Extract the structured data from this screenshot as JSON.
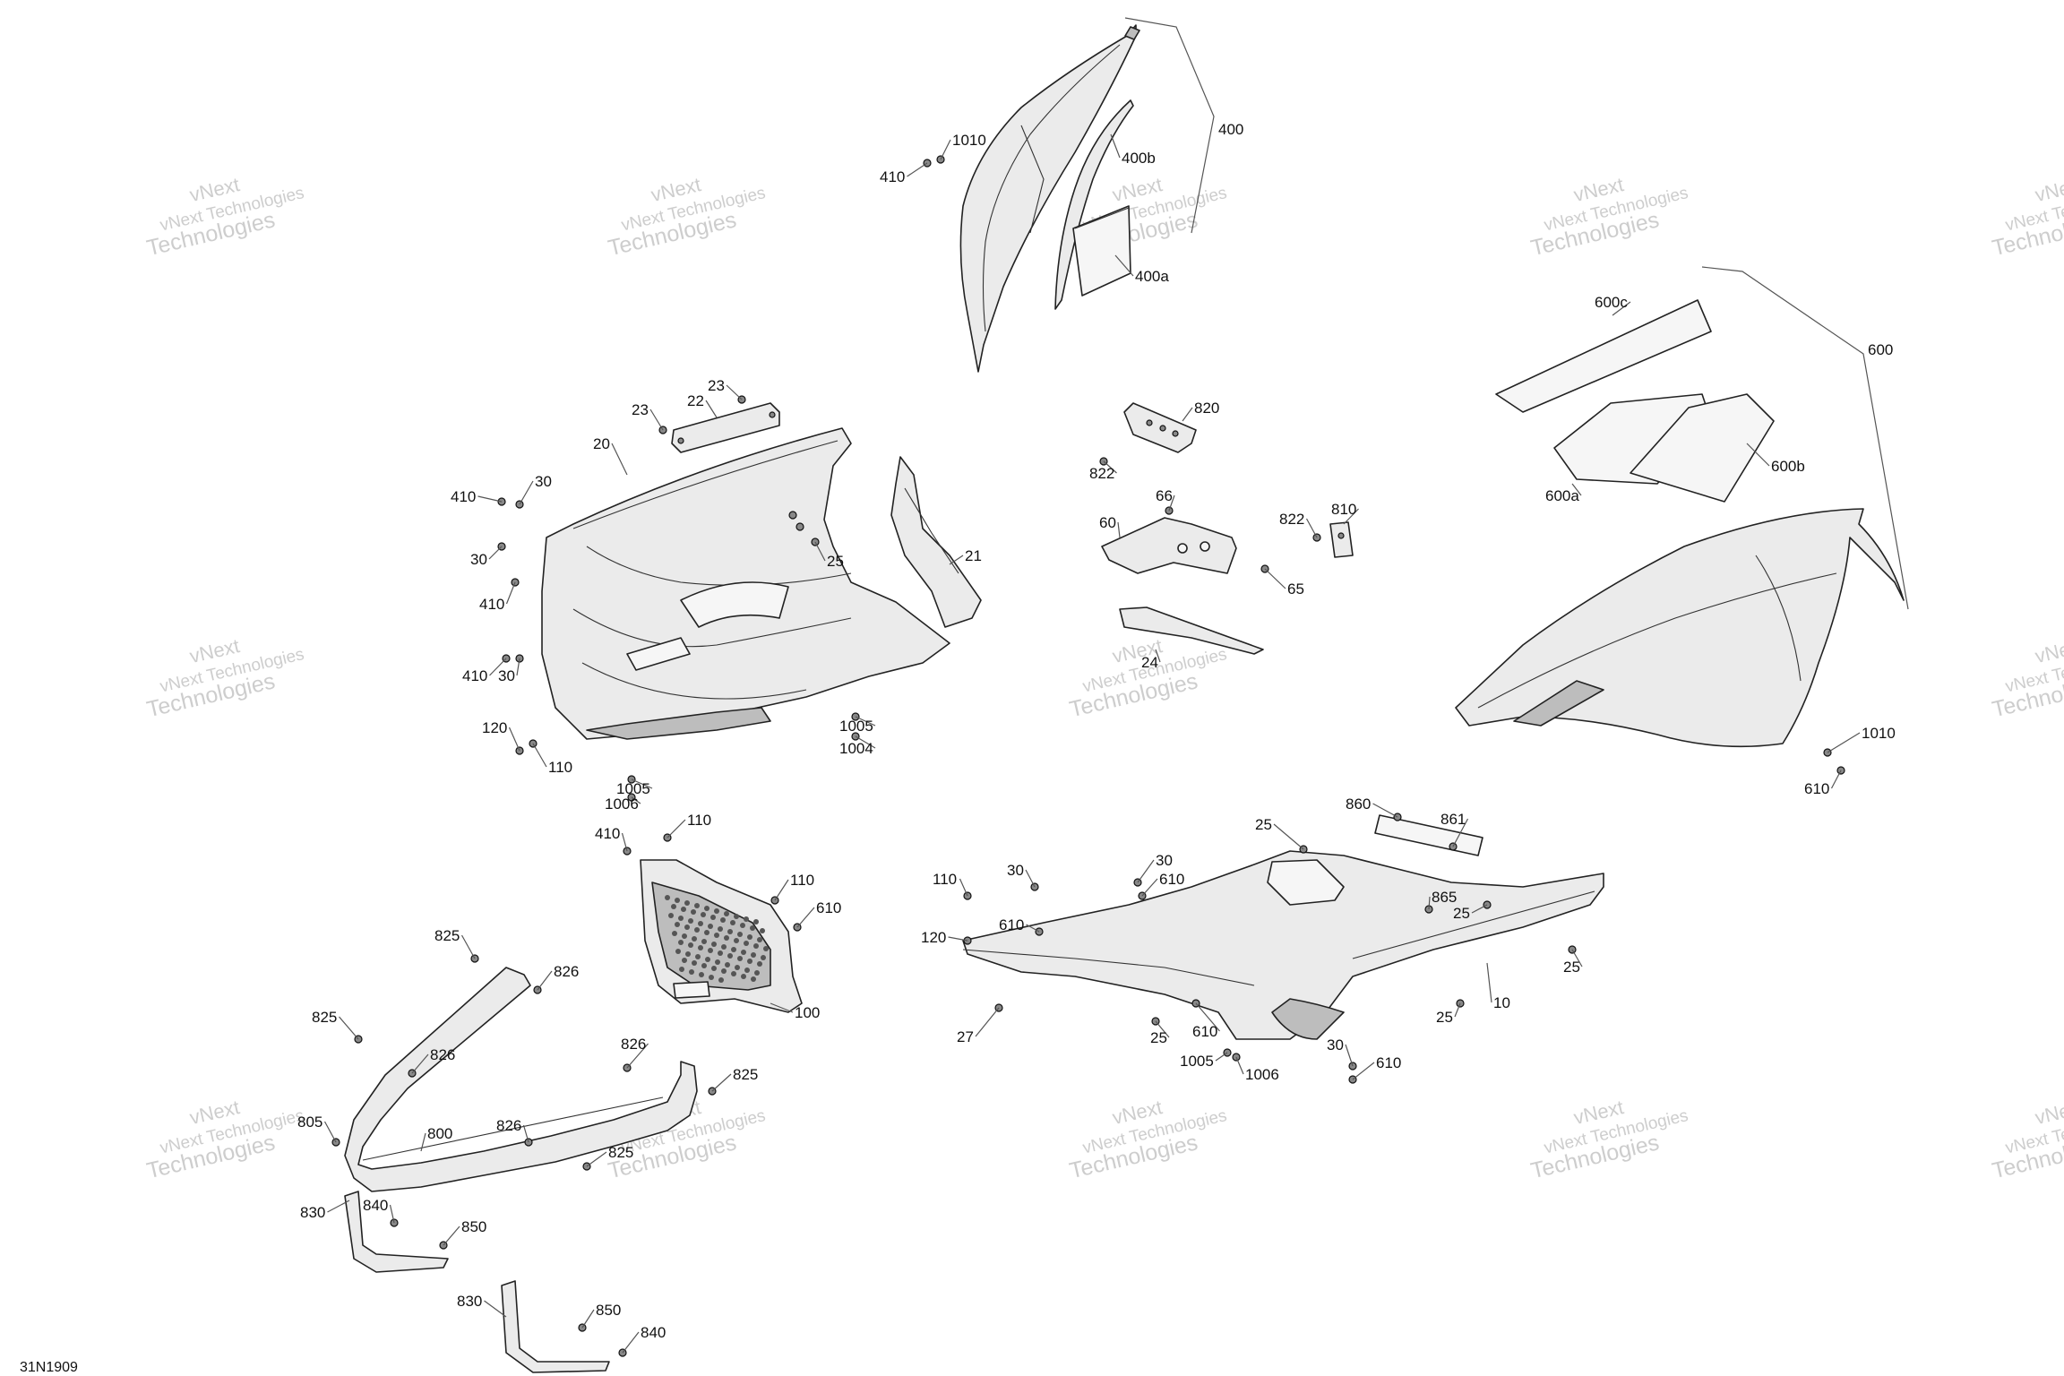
{
  "diagram_code": "31N1909",
  "watermark": {
    "line1": "vNext",
    "line2": "vNext Technologies",
    "line3": "Technologies"
  },
  "callouts": [
    {
      "id": "c400",
      "text": "400"
    },
    {
      "id": "c1010a",
      "text": "1010"
    },
    {
      "id": "c410a",
      "text": "410"
    },
    {
      "id": "c400b",
      "text": "400b"
    },
    {
      "id": "c400a",
      "text": "400a"
    },
    {
      "id": "c600c",
      "text": "600c"
    },
    {
      "id": "c600",
      "text": "600"
    },
    {
      "id": "c600b",
      "text": "600b"
    },
    {
      "id": "c600a",
      "text": "600a"
    },
    {
      "id": "c23a",
      "text": "23"
    },
    {
      "id": "c22",
      "text": "22"
    },
    {
      "id": "c23b",
      "text": "23"
    },
    {
      "id": "c20",
      "text": "20"
    },
    {
      "id": "c410b",
      "text": "410"
    },
    {
      "id": "c30a",
      "text": "30"
    },
    {
      "id": "c30b",
      "text": "30"
    },
    {
      "id": "c410c",
      "text": "410"
    },
    {
      "id": "c410d",
      "text": "410"
    },
    {
      "id": "c30c",
      "text": "30"
    },
    {
      "id": "c25a",
      "text": "25"
    },
    {
      "id": "c21",
      "text": "21"
    },
    {
      "id": "c120a",
      "text": "120"
    },
    {
      "id": "c110a",
      "text": "110"
    },
    {
      "id": "c1005a",
      "text": "1005"
    },
    {
      "id": "c1004",
      "text": "1004"
    },
    {
      "id": "c1005b",
      "text": "1005"
    },
    {
      "id": "c1006a",
      "text": "1006"
    },
    {
      "id": "c820",
      "text": "820"
    },
    {
      "id": "c822a",
      "text": "822"
    },
    {
      "id": "c66",
      "text": "66"
    },
    {
      "id": "c60",
      "text": "60"
    },
    {
      "id": "c822b",
      "text": "822"
    },
    {
      "id": "c810",
      "text": "810"
    },
    {
      "id": "c65",
      "text": "65"
    },
    {
      "id": "c24",
      "text": "24"
    },
    {
      "id": "c1010b",
      "text": "1010"
    },
    {
      "id": "c610a",
      "text": "610"
    },
    {
      "id": "c410e",
      "text": "410"
    },
    {
      "id": "c110b",
      "text": "110"
    },
    {
      "id": "c110c",
      "text": "110"
    },
    {
      "id": "c610b",
      "text": "610"
    },
    {
      "id": "c100",
      "text": "100"
    },
    {
      "id": "c825a",
      "text": "825"
    },
    {
      "id": "c826a",
      "text": "826"
    },
    {
      "id": "c825b",
      "text": "825"
    },
    {
      "id": "c826b",
      "text": "826"
    },
    {
      "id": "c826c",
      "text": "826"
    },
    {
      "id": "c825c",
      "text": "825"
    },
    {
      "id": "c805",
      "text": "805"
    },
    {
      "id": "c800",
      "text": "800"
    },
    {
      "id": "c826d",
      "text": "826"
    },
    {
      "id": "c825d",
      "text": "825"
    },
    {
      "id": "c830a",
      "text": "830"
    },
    {
      "id": "c840a",
      "text": "840"
    },
    {
      "id": "c850a",
      "text": "850"
    },
    {
      "id": "c830b",
      "text": "830"
    },
    {
      "id": "c850b",
      "text": "850"
    },
    {
      "id": "c840b",
      "text": "840"
    },
    {
      "id": "c860",
      "text": "860"
    },
    {
      "id": "c861",
      "text": "861"
    },
    {
      "id": "c25b",
      "text": "25"
    },
    {
      "id": "c110d",
      "text": "110"
    },
    {
      "id": "c30d",
      "text": "30"
    },
    {
      "id": "c30e",
      "text": "30"
    },
    {
      "id": "c610c",
      "text": "610"
    },
    {
      "id": "c610d",
      "text": "610"
    },
    {
      "id": "c120b",
      "text": "120"
    },
    {
      "id": "c25c",
      "text": "25"
    },
    {
      "id": "c865",
      "text": "865"
    },
    {
      "id": "c25d",
      "text": "25"
    },
    {
      "id": "c10",
      "text": "10"
    },
    {
      "id": "c25e",
      "text": "25"
    },
    {
      "id": "c25f",
      "text": "25"
    },
    {
      "id": "c610e",
      "text": "610"
    },
    {
      "id": "c27",
      "text": "27"
    },
    {
      "id": "c1005c",
      "text": "1005"
    },
    {
      "id": "c30f",
      "text": "30"
    },
    {
      "id": "c610f",
      "text": "610"
    },
    {
      "id": "c1006b",
      "text": "1006"
    }
  ]
}
